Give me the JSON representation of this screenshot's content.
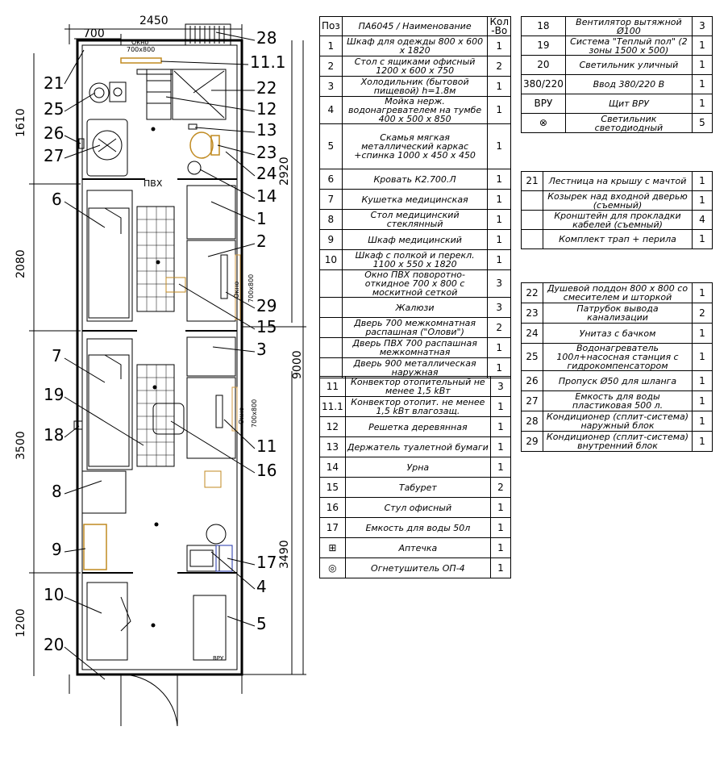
{
  "plan": {
    "dims": {
      "width_total": "2450",
      "top_700": "700",
      "okno_top": "Окно\n700x800",
      "d1610": "1610",
      "d2920": "2920",
      "d2080": "2080",
      "d9000": "9000",
      "d3500": "3500",
      "d3490": "3490",
      "d1200": "1200"
    },
    "labels": {
      "pvh": "ПВХ",
      "okno_side": "Окно 700x800",
      "vru": "ВРУ"
    },
    "callouts": [
      "28",
      "11.1",
      "21",
      "22",
      "25",
      "12",
      "13",
      "26",
      "27",
      "23",
      "24",
      "14",
      "6",
      "1",
      "2",
      "29",
      "15",
      "3",
      "7",
      "19",
      "18",
      "11",
      "16",
      "8",
      "9",
      "17",
      "4",
      "10",
      "5",
      "20"
    ]
  },
  "table1": {
    "header": {
      "pos": "Поз",
      "name": "ПА6045 / Наименование",
      "qty": "Кол -Во"
    },
    "rows": [
      {
        "pos": "1",
        "name": "Шкаф для одежды 800 x 600 x 1820",
        "qty": "1"
      },
      {
        "pos": "2",
        "name": "Стол с ящиками офисный 1200 x 600 x 750",
        "qty": "2"
      },
      {
        "pos": "3",
        "name": "Холодильник (бытовой пищевой) h=1.8м",
        "qty": "1"
      },
      {
        "pos": "4",
        "name": "Мойка нерж. водонагревателем на тумбе 400 x 500 x 850",
        "qty": "1"
      },
      {
        "pos": "5",
        "name": "Скамья мягкая металлический каркас +спинка 1000 x 450 x 450",
        "qty": "1"
      },
      {
        "pos": "6",
        "name": "Кровать К2.700.Л",
        "qty": "1"
      },
      {
        "pos": "7",
        "name": "Кушетка медицинская",
        "qty": "1"
      },
      {
        "pos": "8",
        "name": "Стол медицинский стеклянный",
        "qty": "1"
      },
      {
        "pos": "9",
        "name": "Шкаф медицинский",
        "qty": "1"
      },
      {
        "pos": "10",
        "name": "Шкаф с полкой и перекл. 1100 x 550 x 1820",
        "qty": "1"
      },
      {
        "pos": "",
        "name": "Окно ПВХ поворотно-откидное 700 x 800 с москитной сеткой",
        "qty": "3"
      },
      {
        "pos": "",
        "name": "Жалюзи",
        "qty": "3"
      },
      {
        "pos": "",
        "name": "Дверь 700 межкомнатная распашная (\"Олови\")",
        "qty": "2"
      },
      {
        "pos": "",
        "name": "Дверь ПВХ 700 распашная межкомнатная",
        "qty": "1"
      },
      {
        "pos": "",
        "name": "Дверь 900 металлическая наружная",
        "qty": "1"
      }
    ]
  },
  "table2": {
    "rows": [
      {
        "pos": "11",
        "name": "Конвектор отопительный не менее 1,5 kВт",
        "qty": "3"
      },
      {
        "pos": "11.1",
        "name": "Конвектор отопит. не менее 1,5 kВт влагозащ.",
        "qty": "1"
      },
      {
        "pos": "12",
        "name": "Решетка деревянная",
        "qty": "1"
      },
      {
        "pos": "13",
        "name": "Держатель туалетной бумаги",
        "qty": "1"
      },
      {
        "pos": "14",
        "name": "Урна",
        "qty": "1"
      },
      {
        "pos": "15",
        "name": "Табурет",
        "qty": "2"
      },
      {
        "pos": "16",
        "name": "Стул офисный",
        "qty": "1"
      },
      {
        "pos": "17",
        "name": "Емкость для воды 50л",
        "qty": "1"
      },
      {
        "pos": "",
        "icon": "first-aid-icon",
        "name": "Аптечка",
        "qty": "1"
      },
      {
        "pos": "",
        "icon": "extinguisher-icon",
        "name": "Огнетушитель ОП-4",
        "qty": "1"
      }
    ]
  },
  "table3": {
    "rows": [
      {
        "pos": "18",
        "name": "Вентилятор вытяжной Ø100",
        "qty": "3"
      },
      {
        "pos": "19",
        "name": "Система \"Теплый пол\" (2 зоны 1500 x 500)",
        "qty": "1"
      },
      {
        "pos": "20",
        "name": "Светильник уличный",
        "qty": "1"
      },
      {
        "pos": "380/220",
        "icon": "power-input-icon",
        "name": "Ввод 380/220 В",
        "qty": "1"
      },
      {
        "pos": "ВРУ",
        "icon": "vru-panel-icon",
        "name": "Щит ВРУ",
        "qty": "1"
      },
      {
        "pos": "",
        "icon": "led-lamp-icon",
        "name": "Светильник светодиодный",
        "qty": "5"
      }
    ]
  },
  "table4": {
    "rows": [
      {
        "pos": "21",
        "name": "Лестница на крышу с мачтой",
        "qty": "1"
      },
      {
        "pos": "",
        "name": "Козырек над входной дверью (съемный)",
        "qty": "1"
      },
      {
        "pos": "",
        "name": "Кронштейн для прокладки кабелей (съемный)",
        "qty": "4"
      },
      {
        "pos": "",
        "name": "Комплект трап + перила",
        "qty": "1"
      }
    ]
  },
  "table5": {
    "rows": [
      {
        "pos": "22",
        "name": "Душевой поддон 800 x 800 со смесителем и шторкой",
        "qty": "1"
      },
      {
        "pos": "23",
        "name": "Патрубок вывода канализации",
        "qty": "2"
      },
      {
        "pos": "24",
        "name": "Унитаз с бачком",
        "qty": "1"
      },
      {
        "pos": "25",
        "name": "Водонагреватель 100л+насосная станция с гидрокомпенсатором",
        "qty": "1"
      },
      {
        "pos": "26",
        "name": "Пропуск Ø50 для шланга",
        "qty": "1"
      },
      {
        "pos": "27",
        "name": "Емкость для воды пластиковая 500 л.",
        "qty": "1"
      },
      {
        "pos": "28",
        "name": "Кондиционер (сплит-система) наружный блок",
        "qty": "1"
      },
      {
        "pos": "29",
        "name": "Кондиционер (сплит-система) внутренний блок",
        "qty": "1"
      }
    ]
  }
}
